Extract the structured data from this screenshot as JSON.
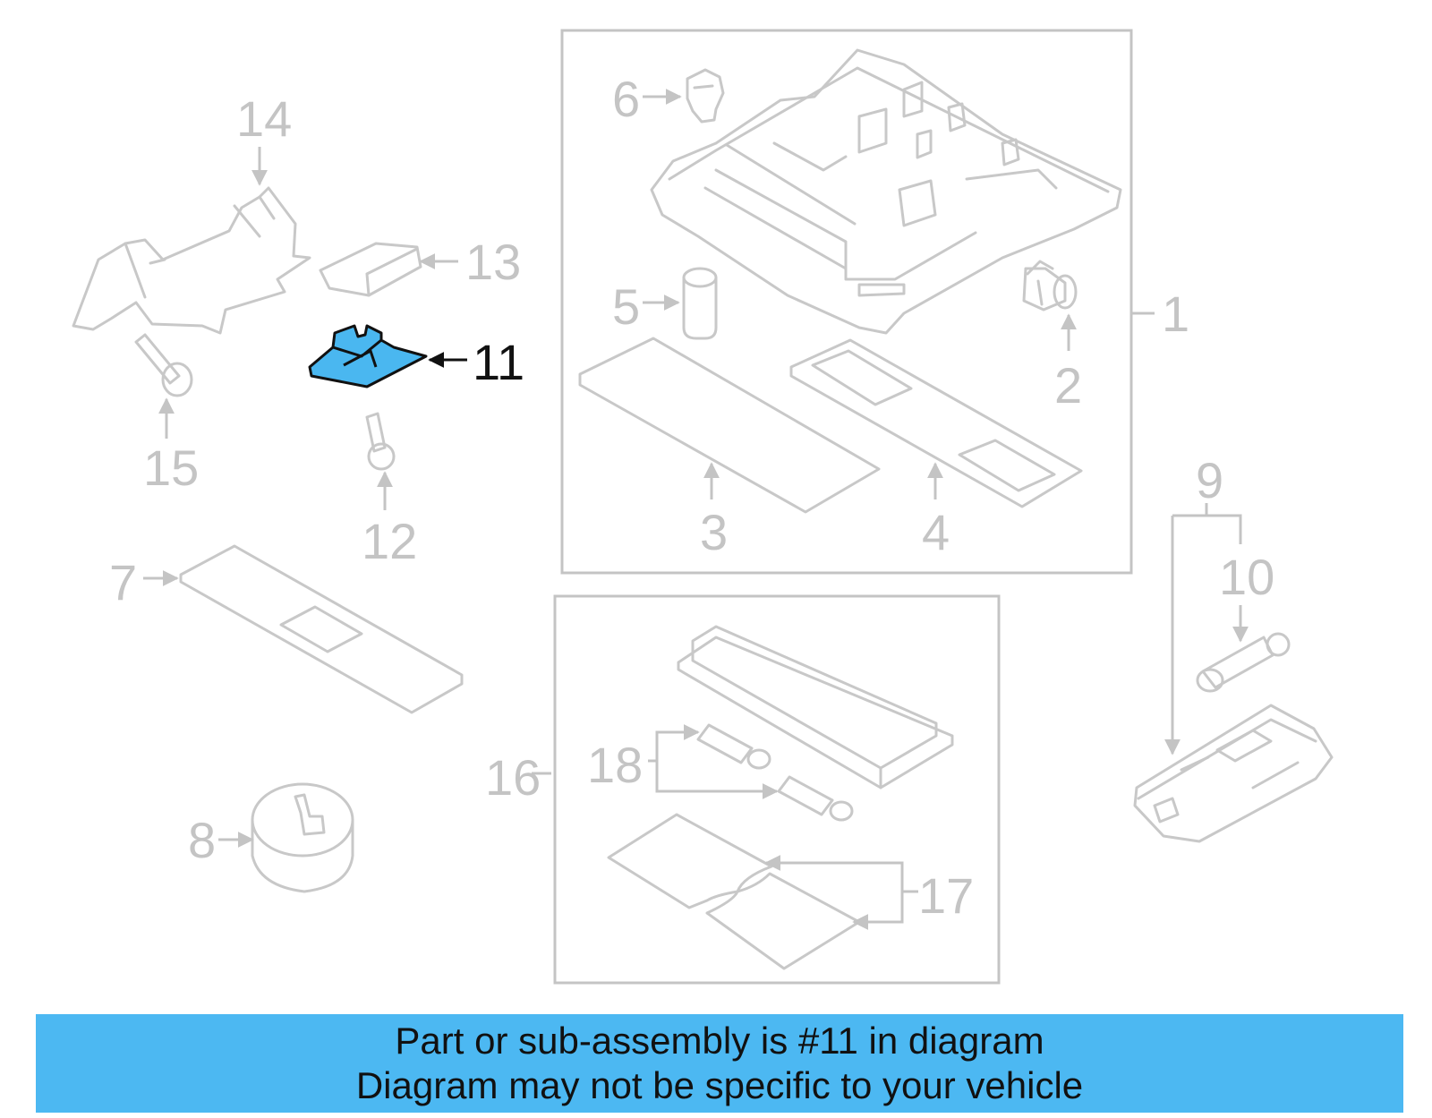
{
  "diagram": {
    "callouts": {
      "c1": "1",
      "c2": "2",
      "c3": "3",
      "c4": "4",
      "c5": "5",
      "c6": "6",
      "c7": "7",
      "c8": "8",
      "c9": "9",
      "c10": "10",
      "c11": "11",
      "c12": "12",
      "c13": "13",
      "c14": "14",
      "c15": "15",
      "c16": "16",
      "c17": "17",
      "c18": "18"
    },
    "highlighted_part": "11",
    "colors": {
      "highlight_fill": "#4ab7f0",
      "outline_gray": "#c4c4c4",
      "banner_bg": "#4cb8f2",
      "text_dark": "#111111"
    }
  },
  "banner": {
    "line1": "Part or sub-assembly is #11 in diagram",
    "line2": "Diagram may not be specific to your vehicle"
  }
}
